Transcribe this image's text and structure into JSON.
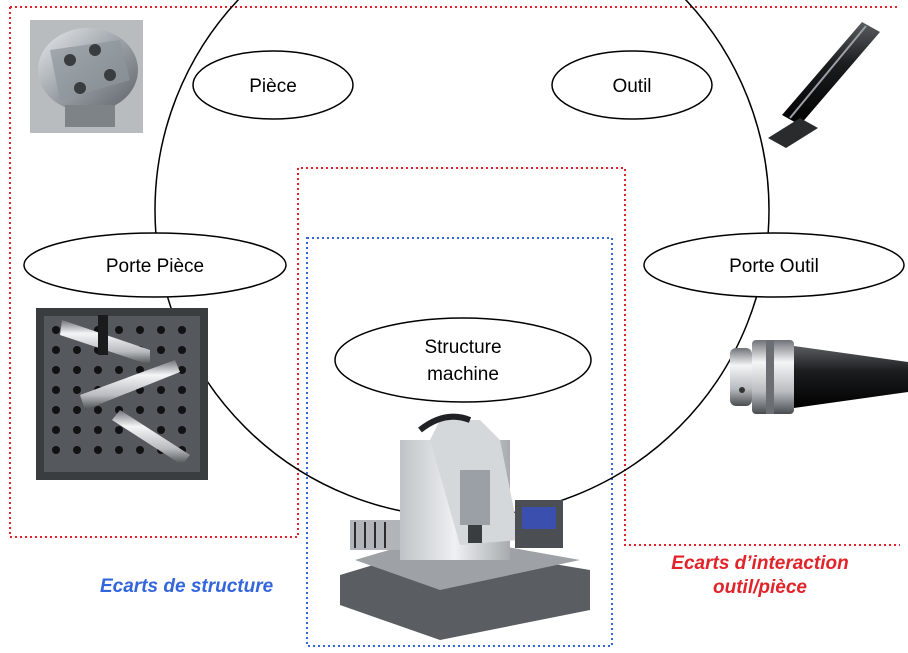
{
  "nodes": {
    "piece": "Pièce",
    "outil": "Outil",
    "porte_piece": "Porte Pièce",
    "porte_outil": "Porte Outil",
    "structure_line1": "Structure",
    "structure_line2": "machine"
  },
  "captions": {
    "structure": "Ecarts de structure",
    "interaction_line1": "Ecarts d’interaction",
    "interaction_line2": "outil/pièce"
  },
  "colors": {
    "structure_accent": "#3366dd",
    "interaction_accent": "#e0242a"
  },
  "images": [
    "milling-cutter-workpiece-photo",
    "end-mill-tool-photo",
    "fixture-plate-photo",
    "tool-holder-photo",
    "machining-center-photo"
  ]
}
